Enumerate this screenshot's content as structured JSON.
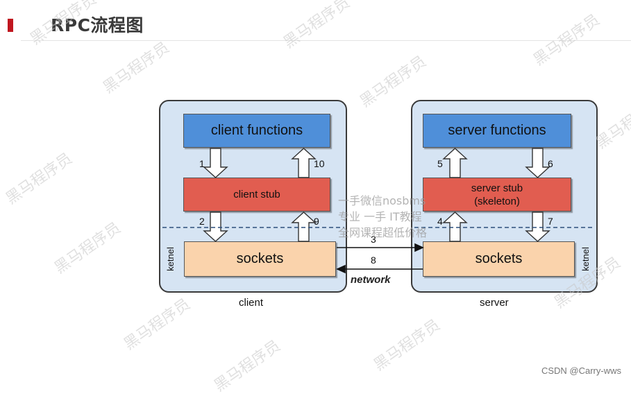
{
  "header": {
    "title": "RPC流程图",
    "accent_color": "#c0161f"
  },
  "diagram": {
    "client_panel": {
      "label": "client",
      "kernel_label": "ketnel",
      "functions_label": "client functions",
      "stub_label": "client stub",
      "sockets_label": "sockets"
    },
    "server_panel": {
      "label": "server",
      "kernel_label": "ketnel",
      "functions_label": "server functions",
      "stub_line1": "server stub",
      "stub_line2": "(skeleton)",
      "sockets_label": "sockets"
    },
    "steps": {
      "s1": "1",
      "s2": "2",
      "s3": "3",
      "s4": "4",
      "s5": "5",
      "s6": "6",
      "s7": "7",
      "s8": "8",
      "s9": "9",
      "s10": "10"
    },
    "network_label": "network",
    "colors": {
      "panel_bg": "#d6e4f3",
      "functions_bg": "#4f8fd9",
      "stub_bg": "#e15d50",
      "sockets_bg": "#fad3ac"
    }
  },
  "watermarks": {
    "repeated": "黑马程序员",
    "center_line1": "一手微信nosbms",
    "center_line2": "专业 一手 IT教程",
    "center_line3": "全网课程超低价格"
  },
  "footer": {
    "credit": "CSDN @Carry-wws"
  }
}
